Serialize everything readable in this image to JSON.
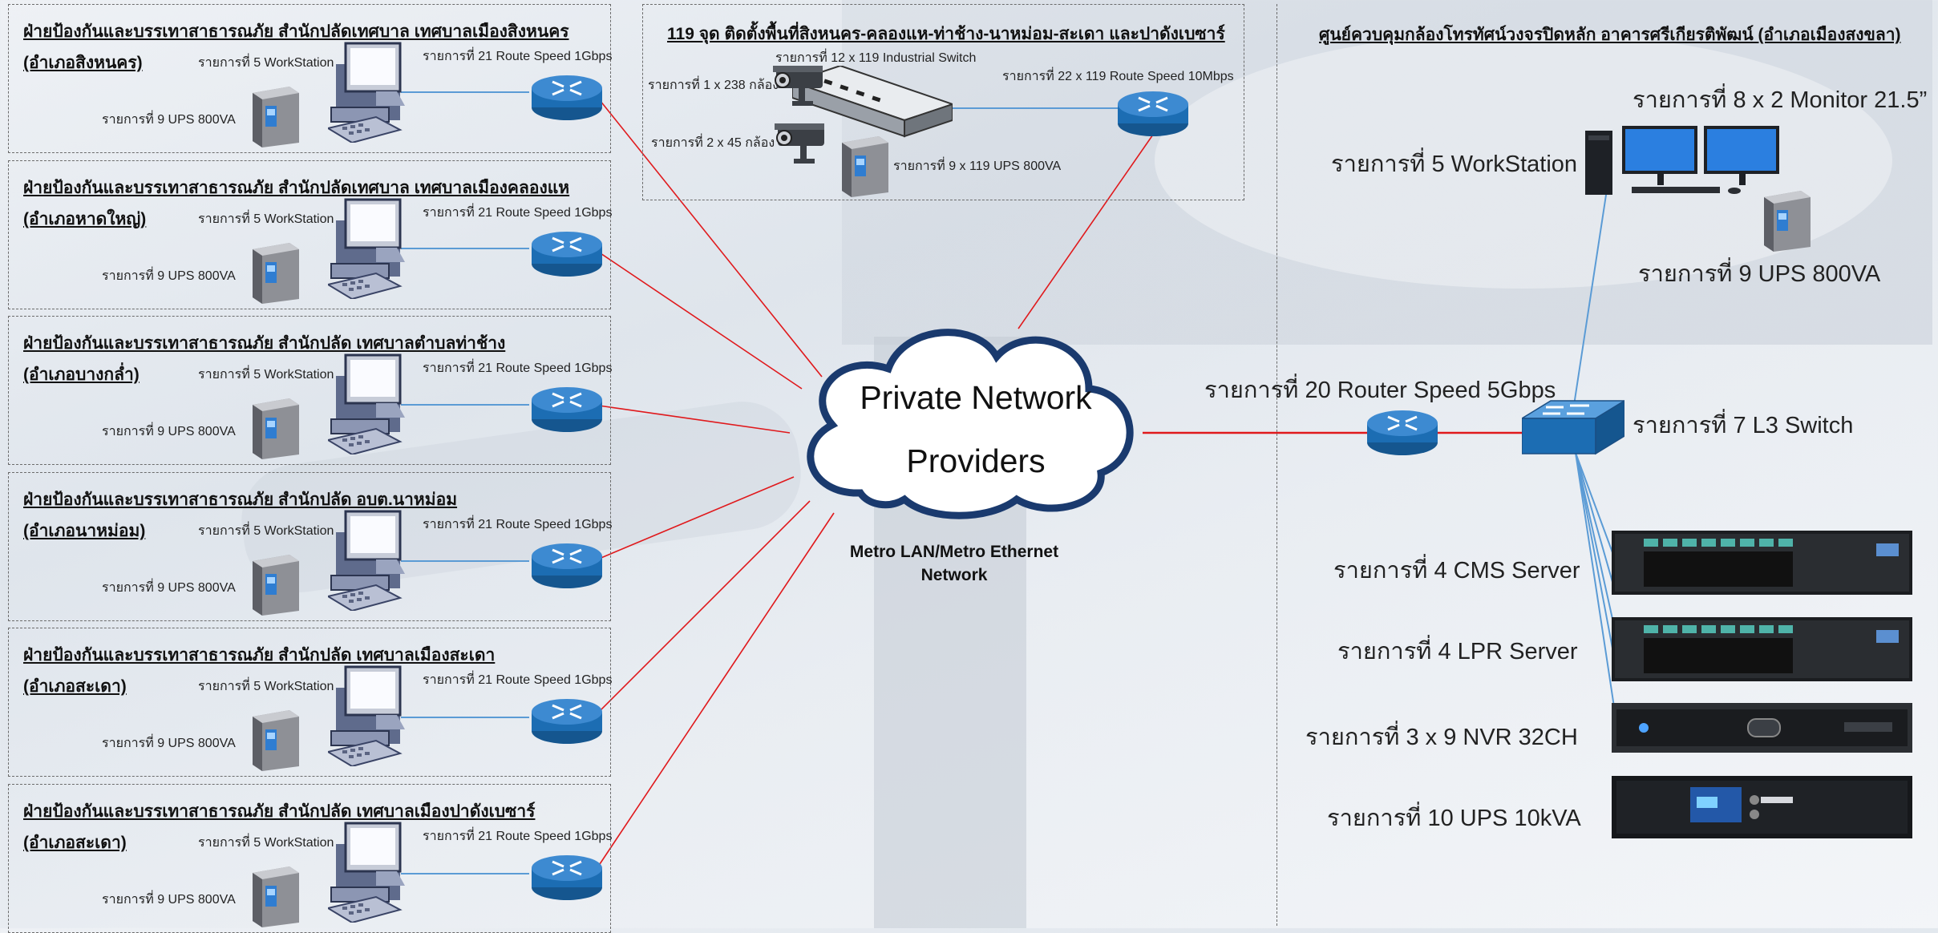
{
  "sites": [
    {
      "title": "ฝ่ายป้องกันและบรรเทาสาธารณภัย สำนักปลัดเทศบาล เทศบาลเมืองสิงหนคร",
      "district": "(อำเภอสิงหนคร)",
      "workstation": "รายการที่ 5 WorkStation",
      "router": "รายการที่ 21 Route Speed 1Gbps",
      "ups": "รายการที่ 9 UPS 800VA"
    },
    {
      "title": "ฝ่ายป้องกันและบรรเทาสาธารณภัย สำนักปลัดเทศบาล เทศบาลเมืองคลองแห",
      "district": "(อำเภอหาดใหญ่)",
      "workstation": "รายการที่ 5 WorkStation",
      "router": "รายการที่ 21 Route Speed 1Gbps",
      "ups": "รายการที่ 9 UPS 800VA"
    },
    {
      "title": "ฝ่ายป้องกันและบรรเทาสาธารณภัย สำนักปลัด เทศบาลตำบลท่าช้าง",
      "district": "(อำเภอบางกล่ำ)",
      "workstation": "รายการที่ 5 WorkStation",
      "router": "รายการที่ 21 Route Speed 1Gbps",
      "ups": "รายการที่ 9 UPS 800VA"
    },
    {
      "title": "ฝ่ายป้องกันและบรรเทาสาธารณภัย สำนักปลัด อบต.นาหม่อม",
      "district": "(อำเภอนาหม่อม)",
      "workstation": "รายการที่ 5 WorkStation",
      "router": "รายการที่ 21 Route Speed 1Gbps",
      "ups": "รายการที่ 9 UPS 800VA"
    },
    {
      "title": "ฝ่ายป้องกันและบรรเทาสาธารณภัย สำนักปลัด เทศบาลเมืองสะเดา",
      "district": "(อำเภอสะเดา)",
      "workstation": "รายการที่ 5 WorkStation",
      "router": "รายการที่ 21 Route Speed 1Gbps",
      "ups": "รายการที่ 9 UPS 800VA"
    },
    {
      "title": "ฝ่ายป้องกันและบรรเทาสาธารณภัย สำนักปลัด เทศบาลเมืองปาดังเบซาร์",
      "district": "(อำเภอสะเดา)",
      "workstation": "รายการที่ 5 WorkStation",
      "router": "รายการที่ 21 Route Speed 1Gbps",
      "ups": "รายการที่ 9 UPS 800VA"
    }
  ],
  "field": {
    "title": "119 จุด ติดตั้งพื้นที่สิงหนคร-คลองแห-ท่าช้าง-นาหม่อม-สะเดา และปาดังเบซาร์",
    "industrial_switch": "รายการที่ 12 x 119 Industrial Switch",
    "camera1": "รายการที่ 1 x 238 กล้อง",
    "camera2": "รายการที่ 2 x 45 กล้อง",
    "ups": "รายการที่ 9 x 119 UPS 800VA",
    "router": "รายการที่ 22 x 119 Route Speed 10Mbps"
  },
  "cloud": {
    "line1": "Private Network",
    "line2": "Providers",
    "metro1": "Metro LAN/Metro Ethernet",
    "metro2": "Network"
  },
  "hq": {
    "title": "ศูนย์ควบคุมกล้องโทรทัศน์วงจรปิดหลัก อาคารศรีเกียรติพัฒน์ (อำเภอเมืองสงขลา)",
    "monitor": "รายการที่ 8 x 2 Monitor 21.5”",
    "workstation": "รายการที่ 5 WorkStation",
    "ups": "รายการที่ 9 UPS 800VA",
    "router": "รายการที่ 20 Router Speed 5Gbps",
    "switch": "รายการที่ 7 L3 Switch",
    "cms": "รายการที่ 4 CMS Server",
    "lpr": "รายการที่ 4 LPR Server",
    "nvr": "รายการที่ 3 x 9 NVR 32CH",
    "ups10k": "รายการที่ 10 UPS 10kVA"
  },
  "colors": {
    "wan_link": "#e0191c",
    "lan_link": "#5b9bd5",
    "router": "#1f6fb5",
    "cloud_border": "#1a3a6e"
  }
}
